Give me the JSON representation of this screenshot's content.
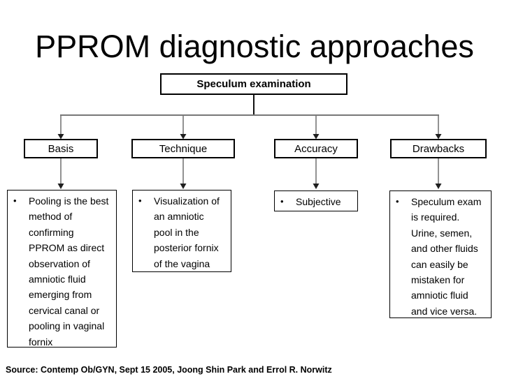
{
  "slide": {
    "title": "PPROM diagnostic approaches",
    "root_box_label": "Speculum examination",
    "bullet_glyph": "•",
    "columns": [
      {
        "header": "Basis",
        "bullet": "Pooling is the best\nmethod of\nconfirming\nPPROM as direct\nobservation of\namniotic fluid\nemerging from\ncervical canal or\npooling in vaginal\nfornix"
      },
      {
        "header": "Technique",
        "bullet": "Visualization of\nan amniotic\npool in the\nposterior fornix\nof the vagina"
      },
      {
        "header": "Accuracy",
        "bullet": "Subjective"
      },
      {
        "header": "Drawbacks",
        "bullet": "Speculum exam\nis required.\nUrine, semen,\nand other fluids\ncan easily be\nmistaken for\namniotic fluid\nand vice versa."
      }
    ],
    "source": "Source: Contemp Ob/GYN, Sept 15 2005, Joong Shin Park and Errol R. Norwitz"
  },
  "colors": {
    "background": "#ffffff",
    "text": "#000000",
    "box_border": "#000000",
    "connector_stub": "#111111",
    "connector_line": "#777777",
    "arrowhead": "#1f1f1f"
  }
}
